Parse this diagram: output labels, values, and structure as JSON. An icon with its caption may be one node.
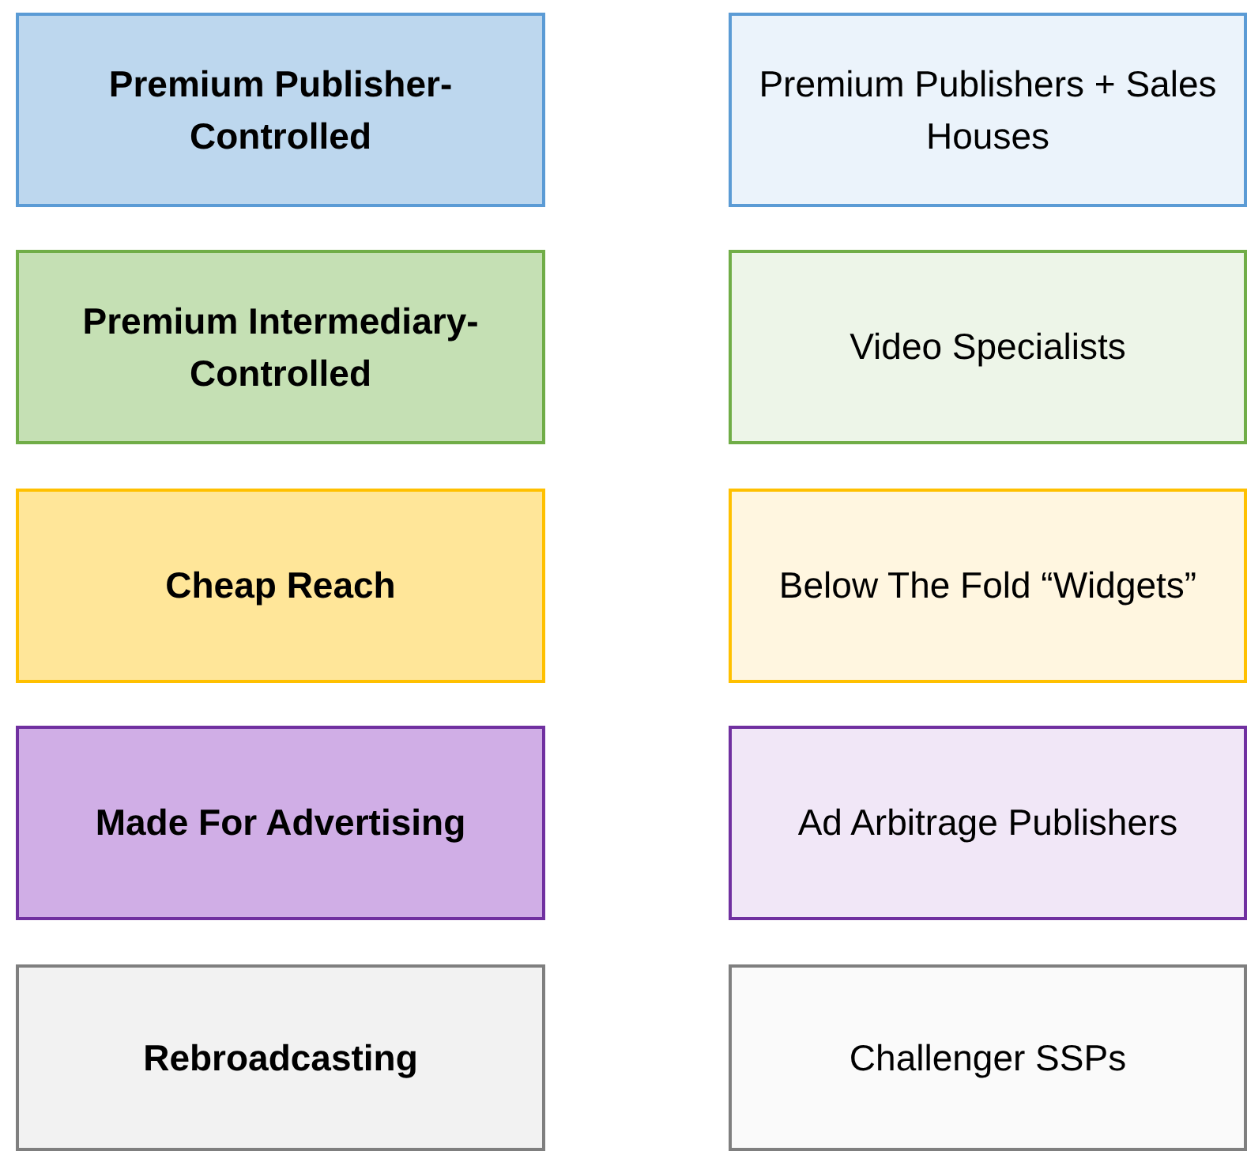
{
  "diagram": {
    "nodes": [
      {
        "text": [
          "Premium Publisher-Controlled"
        ]
      },
      {
        "text": [
          "Premium Publishers + Sales Houses"
        ]
      },
      {
        "text": [
          "Premium Intermediary-Controlled"
        ]
      },
      {
        "text": [
          "Video Specialists"
        ]
      },
      {
        "text": [
          "Cheap Reach"
        ]
      },
      {
        "text": [
          "Below The Fold “Widgets”"
        ]
      },
      {
        "text": [
          "Made For Advertising"
        ]
      },
      {
        "text": [
          "Ad Arbitrage Publishers"
        ]
      },
      {
        "text": [
          "Rebroadcasting"
        ]
      },
      {
        "text": [
          "Challenger SSPs"
        ]
      }
    ]
  }
}
